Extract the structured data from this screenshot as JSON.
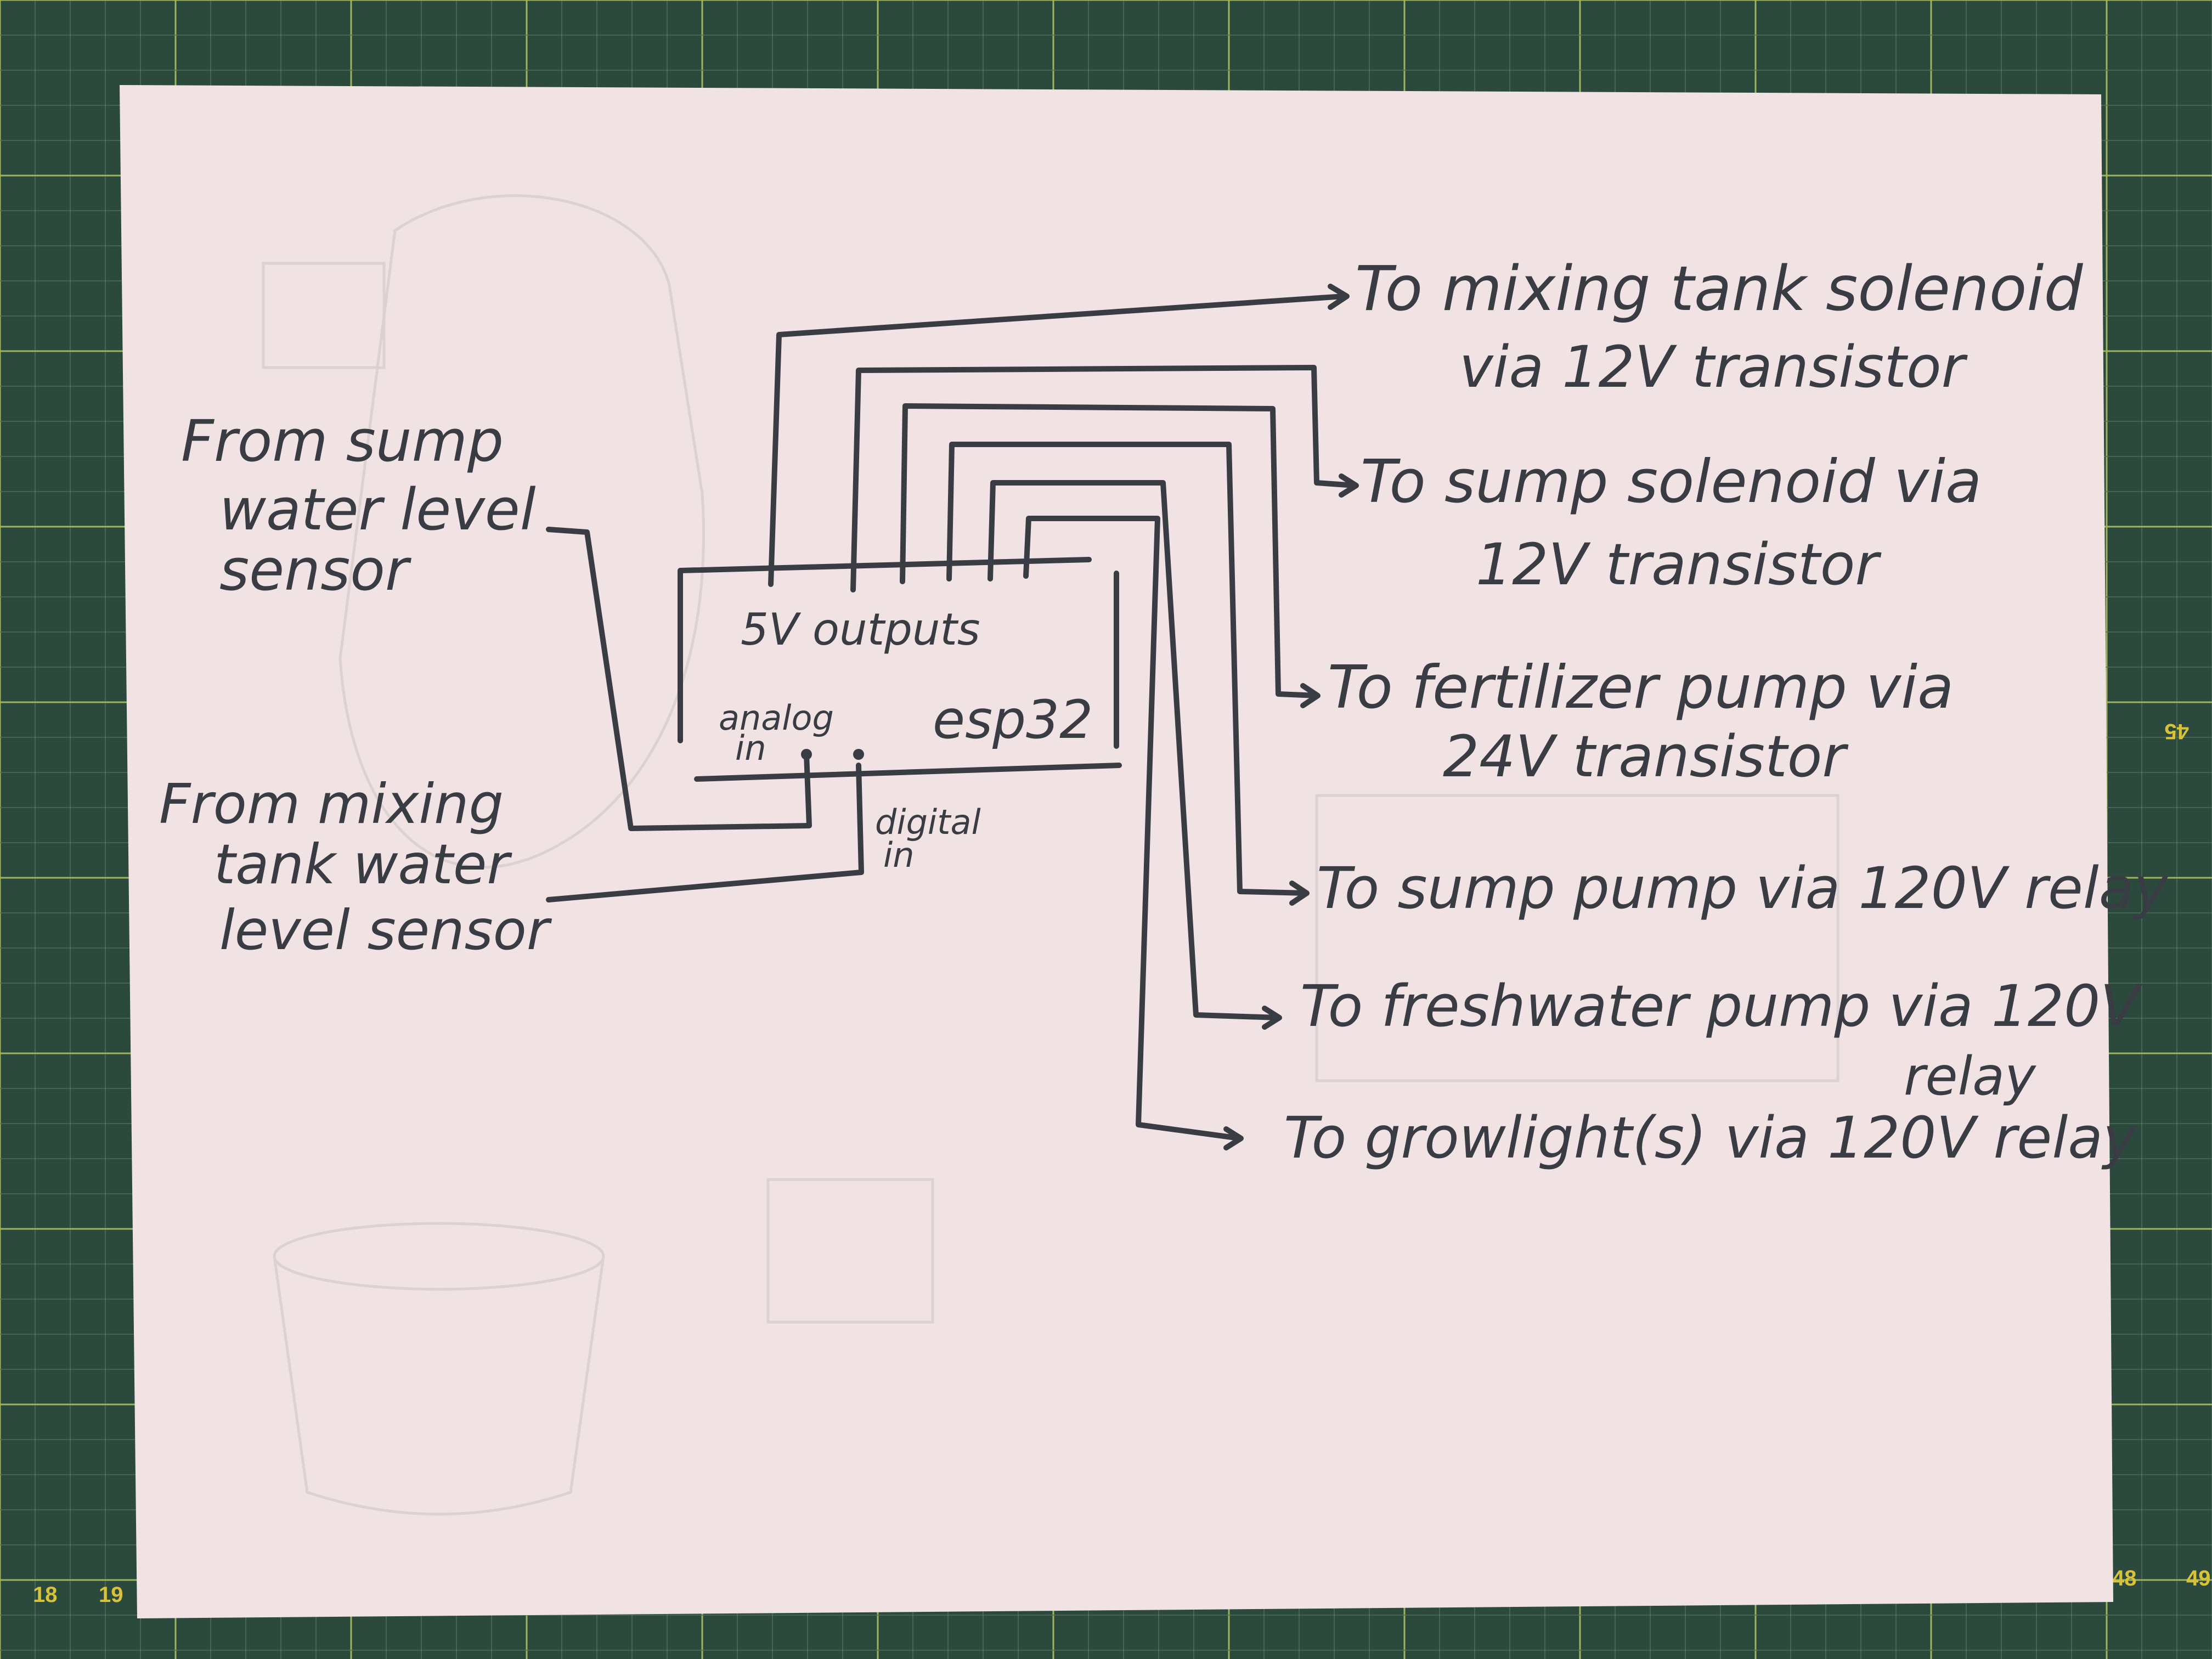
{
  "mat": {
    "ruler_numbers": [
      "18",
      "19",
      "48",
      "49",
      "45"
    ]
  },
  "diagram": {
    "inputs": [
      {
        "lines": [
          "From sump",
          "water level",
          "sensor"
        ]
      },
      {
        "lines": [
          "From mixing",
          "tank water",
          "level sensor"
        ]
      }
    ],
    "board": {
      "name": "esp32",
      "outputs_label": "5V outputs",
      "analog_label": [
        "analog",
        "in"
      ],
      "digital_label": [
        "digital",
        "in"
      ]
    },
    "outputs": [
      {
        "lines": [
          "To mixing tank solenoid",
          "via 12V transistor"
        ]
      },
      {
        "lines": [
          "To sump solenoid via",
          "12V transistor"
        ]
      },
      {
        "lines": [
          "To fertilizer pump via",
          "24V transistor"
        ]
      },
      {
        "lines": [
          "To sump pump via 120V relay"
        ]
      },
      {
        "lines": [
          "To freshwater pump via 120V",
          "relay"
        ]
      },
      {
        "lines": [
          "To growlight(s) via 120V relay"
        ]
      }
    ]
  },
  "colors": {
    "mat": "#2b4a3d",
    "paper": "#f1e3e3",
    "ink": "#3a3c44",
    "ruler": "#d8c23a"
  }
}
